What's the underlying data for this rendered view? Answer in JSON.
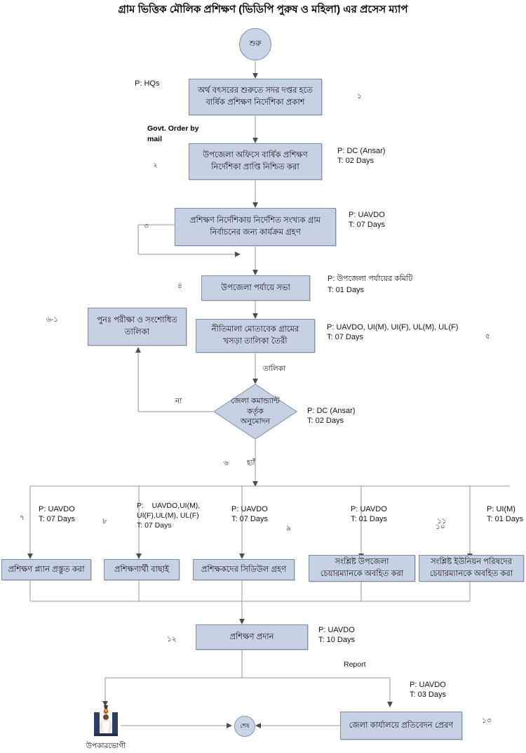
{
  "title": "গ্রাম ভিত্তিক মৌলিক প্রশিক্ষণ (ভিডিপি পুরুষ ও মহিলা) এর প্রসেস ম্যাপ",
  "colors": {
    "box_fill": "#c6d2e3",
    "box_border": "#7d8fa8",
    "oval_fill": "#c9d5e6",
    "line": "#8a8a8a",
    "text": "#15171b"
  },
  "terminators": {
    "start": "শুরু",
    "end": "শেষ"
  },
  "nodes": [
    {
      "id": "n1",
      "num": "১",
      "text": "অর্থ বৎসরের শুরুতে সদর দপ্তর হতে\nবার্ষিক প্রশিক্ষণ নির্দেশিকা প্রকাশ",
      "performer": "P: HQs",
      "time": ""
    },
    {
      "id": "n2",
      "num": "২",
      "text": "উপজেলা অফিসে বার্ষিক প্রশিক্ষণ\nনির্দেশিকা প্রাপ্তি নিশ্চিত করা",
      "performer": "P: DC (Ansar)",
      "time": "T: 02 Days"
    },
    {
      "id": "n3",
      "num": "৩",
      "text": "প্রশিক্ষণ নির্দেশিকায় নির্দেশিত সংখ্যক গ্রাম\nনির্বাচনের জন্য কার্যক্রম গ্রহণ",
      "performer": "P: UAVDO",
      "time": "T: 07 Days"
    },
    {
      "id": "n4",
      "num": "৪",
      "text": "উপজেলা পর্যায়ে  সভা",
      "performer": "P: উপজেলা পর্যায়ের কমিটি",
      "time": "T: 01 Days"
    },
    {
      "id": "n5",
      "num": "৫",
      "text": "নীতিমালা মোতাবেক গ্রামের\nখসড়া তালিকা তৈরী",
      "performer": "P: UAVDO, UI(M), UI(F), UL(M), UL(F)",
      "time": "T: 07 Days"
    },
    {
      "id": "n61",
      "num": "৬-১",
      "text": "পুনঃ পরীক্ষা ও সংশোধিত\nতালিকা",
      "performer": "",
      "time": ""
    },
    {
      "id": "n6",
      "num": "৬",
      "text": "জেলা কমান্ড্যান্ট\nকর্তৃক\nঅনুমোদন",
      "performer": "P: DC (Ansar)",
      "time": "T: 02 Days",
      "shape": "decision"
    },
    {
      "id": "n7",
      "num": "৭",
      "text": "প্রশিক্ষণ প্ল্যান প্রস্তুত করা",
      "performer": "P: UAVDO",
      "time": "T: 07 Days"
    },
    {
      "id": "n8",
      "num": "৮",
      "text": "প্রশিক্ষণার্থী বাছাই",
      "performer": "P:    UAVDO,UI(M),\nUI(F),UL(M), UL(F)",
      "time": "T: 07 Days"
    },
    {
      "id": "n9",
      "num": "৯",
      "text": "প্রশিক্ষকদের সিডিউল গ্রহণ",
      "performer": "P: UAVDO",
      "time": "T: 07 Days"
    },
    {
      "id": "n10",
      "num": "১০",
      "text": "সংশ্লিষ্ট উপজেলা\nচেয়ারম্যানকে অবহিত করা",
      "performer": "P: UAVDO",
      "time": "T: 01 Days"
    },
    {
      "id": "n11",
      "num": "১১",
      "text": "সংশ্লিষ্ট ইউনিয়ন পরিষদের\nচেয়ারম্যানকে অবহিত করা",
      "performer": "P: UI(M)",
      "time": "T: 01 Days"
    },
    {
      "id": "n12",
      "num": "১২",
      "text": "প্রশিক্ষণ প্রদান",
      "performer": "P: UAVDO",
      "time": "T: 10 Days"
    },
    {
      "id": "n13",
      "num": "১৩",
      "text": "জেলা কার্যালয়ে প্রতিবেদন প্রেরণ",
      "performer": "P: UAVDO",
      "time": "T: 03 Days"
    }
  ],
  "edge_labels": {
    "govt_order": "Govt. Order by\nmail",
    "talika": "তালিকা",
    "no": "না",
    "yes": "হ্যাঁ",
    "report": "Report"
  },
  "beneficiary": {
    "label": "উপকারভোগী",
    "icon": "beneficiary-person-icon"
  }
}
